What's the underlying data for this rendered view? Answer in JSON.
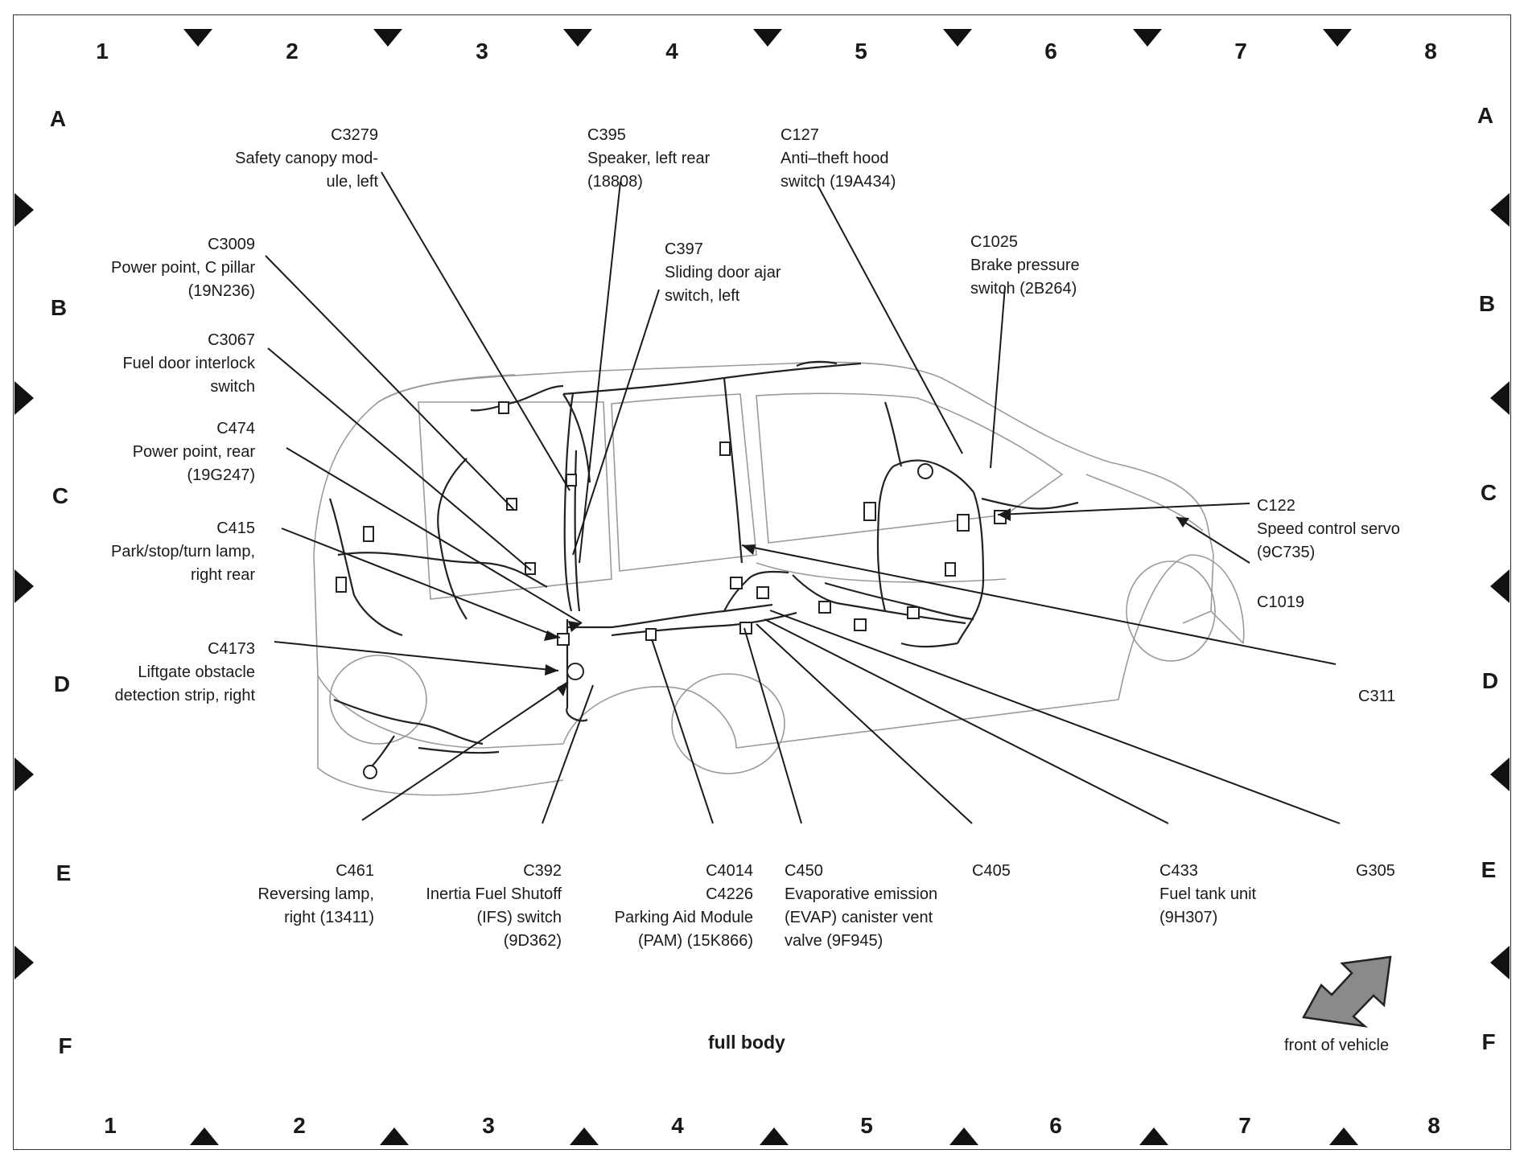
{
  "title": "full body",
  "front_label": "front of vehicle",
  "grid": {
    "columns": [
      "1",
      "2",
      "3",
      "4",
      "5",
      "6",
      "7",
      "8"
    ],
    "rows": [
      "A",
      "B",
      "C",
      "D",
      "E",
      "F"
    ]
  },
  "callouts": [
    {
      "id": "c3279",
      "code": "C3279",
      "desc": "Safety canopy mod-\nule, left"
    },
    {
      "id": "c3009",
      "code": "C3009",
      "desc": "Power point, C pillar\n(19N236)"
    },
    {
      "id": "c3067",
      "code": "C3067",
      "desc": "Fuel door interlock\nswitch"
    },
    {
      "id": "c474",
      "code": "C474",
      "desc": "Power point, rear\n(19G247)"
    },
    {
      "id": "c415",
      "code": "C415",
      "desc": "Park/stop/turn lamp,\nright rear"
    },
    {
      "id": "c4173",
      "code": "C4173",
      "desc": "Liftgate obstacle\ndetection strip, right"
    },
    {
      "id": "c395",
      "code": "C395",
      "desc": "Speaker, left rear\n(18808)"
    },
    {
      "id": "c397",
      "code": "C397",
      "desc": "Sliding door ajar\nswitch, left"
    },
    {
      "id": "c127",
      "code": "C127",
      "desc": "Anti–theft hood\nswitch (19A434)"
    },
    {
      "id": "c1025",
      "code": "C1025",
      "desc": "Brake pressure\nswitch (2B264)"
    },
    {
      "id": "c122",
      "code": "C122",
      "desc": "Speed control servo\n(9C735)"
    },
    {
      "id": "c1019",
      "code": "C1019",
      "desc": ""
    },
    {
      "id": "c311",
      "code": "C311",
      "desc": ""
    },
    {
      "id": "c461",
      "code": "C461",
      "desc": "Reversing lamp,\nright (13411)"
    },
    {
      "id": "c392",
      "code": "C392",
      "desc": "Inertia Fuel Shutoff\n(IFS) switch\n(9D362)"
    },
    {
      "id": "c4014",
      "code": "C4014\nC4226",
      "desc": "Parking Aid Module\n(PAM) (15K866)"
    },
    {
      "id": "c450",
      "code": "C450",
      "desc": "Evaporative emission\n(EVAP) canister vent\nvalve (9F945)"
    },
    {
      "id": "c405",
      "code": "C405",
      "desc": ""
    },
    {
      "id": "c433",
      "code": "C433",
      "desc": "Fuel tank unit\n(9H307)"
    },
    {
      "id": "g305",
      "code": "G305",
      "desc": ""
    }
  ]
}
